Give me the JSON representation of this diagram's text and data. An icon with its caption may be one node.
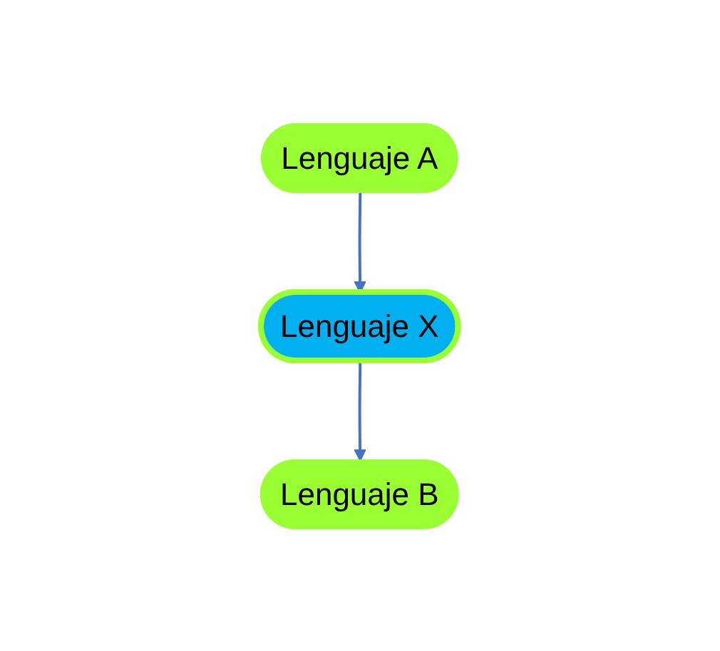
{
  "diagram": {
    "nodes": [
      {
        "text": [
          "Lenguaje A"
        ]
      },
      {
        "text": [
          "Lenguaje B"
        ]
      },
      {
        "text": [
          "Lenguaje X"
        ]
      }
    ],
    "edges": [
      {
        "from": 0,
        "to": 2,
        "arrow": "to"
      },
      {
        "from": 2,
        "to": 1,
        "arrow": "to"
      }
    ]
  }
}
